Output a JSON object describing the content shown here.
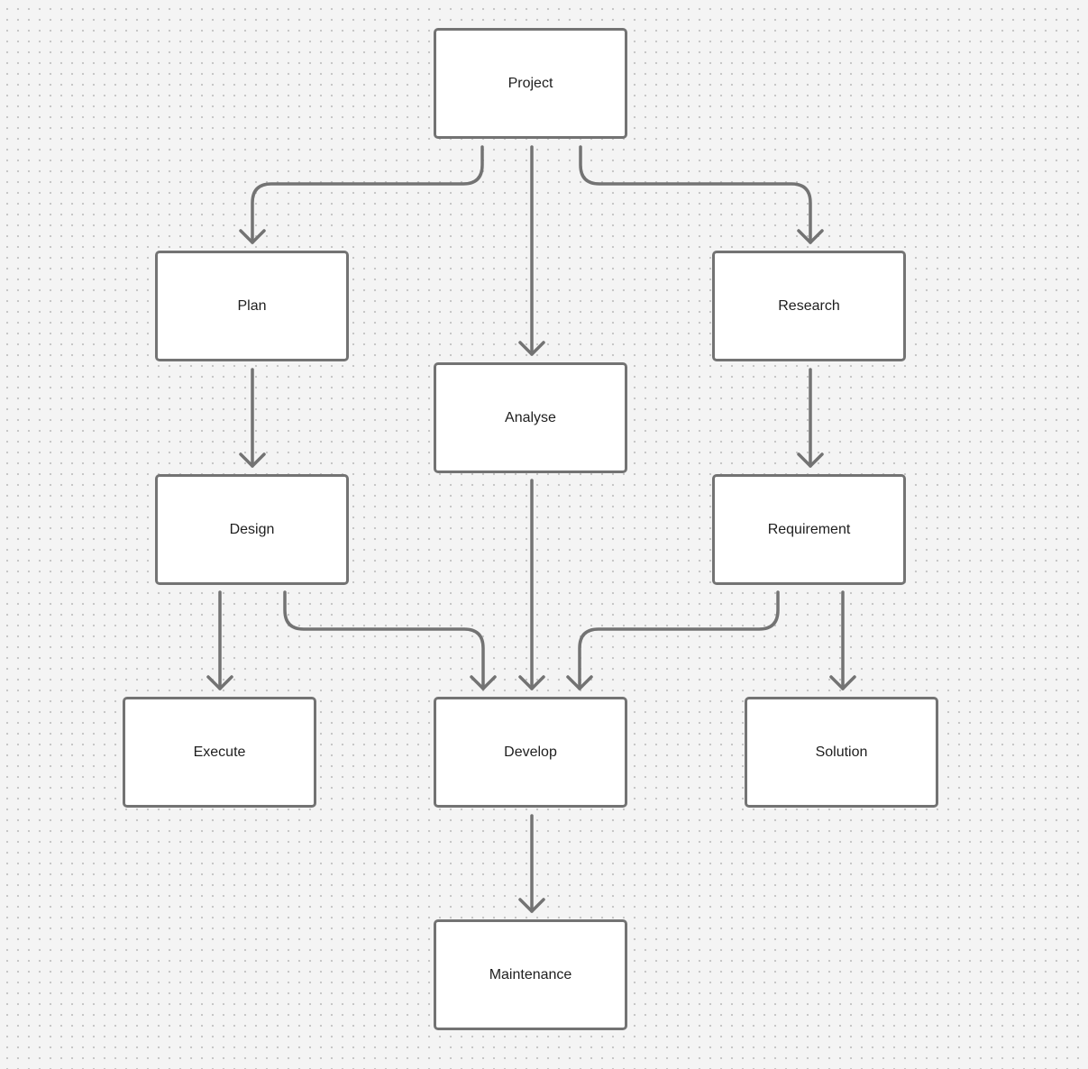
{
  "diagram": {
    "colors": {
      "line": "#737373",
      "node_fill": "#ffffff",
      "node_border": "#737373",
      "background": "#f4f4f4",
      "dot": "#c4c4c4"
    },
    "nodes": [
      {
        "id": "project",
        "label": "Project"
      },
      {
        "id": "plan",
        "label": "Plan"
      },
      {
        "id": "research",
        "label": "Research"
      },
      {
        "id": "analyse",
        "label": "Analyse"
      },
      {
        "id": "design",
        "label": "Design"
      },
      {
        "id": "requirement",
        "label": "Requirement"
      },
      {
        "id": "execute",
        "label": "Execute"
      },
      {
        "id": "develop",
        "label": "Develop"
      },
      {
        "id": "solution",
        "label": "Solution"
      },
      {
        "id": "maintenance",
        "label": "Maintenance"
      }
    ],
    "edges": [
      {
        "from": "project",
        "to": "plan"
      },
      {
        "from": "project",
        "to": "analyse"
      },
      {
        "from": "project",
        "to": "research"
      },
      {
        "from": "plan",
        "to": "design"
      },
      {
        "from": "research",
        "to": "requirement"
      },
      {
        "from": "analyse",
        "to": "develop"
      },
      {
        "from": "design",
        "to": "execute"
      },
      {
        "from": "design",
        "to": "develop"
      },
      {
        "from": "requirement",
        "to": "develop"
      },
      {
        "from": "requirement",
        "to": "solution"
      },
      {
        "from": "develop",
        "to": "maintenance"
      }
    ]
  }
}
